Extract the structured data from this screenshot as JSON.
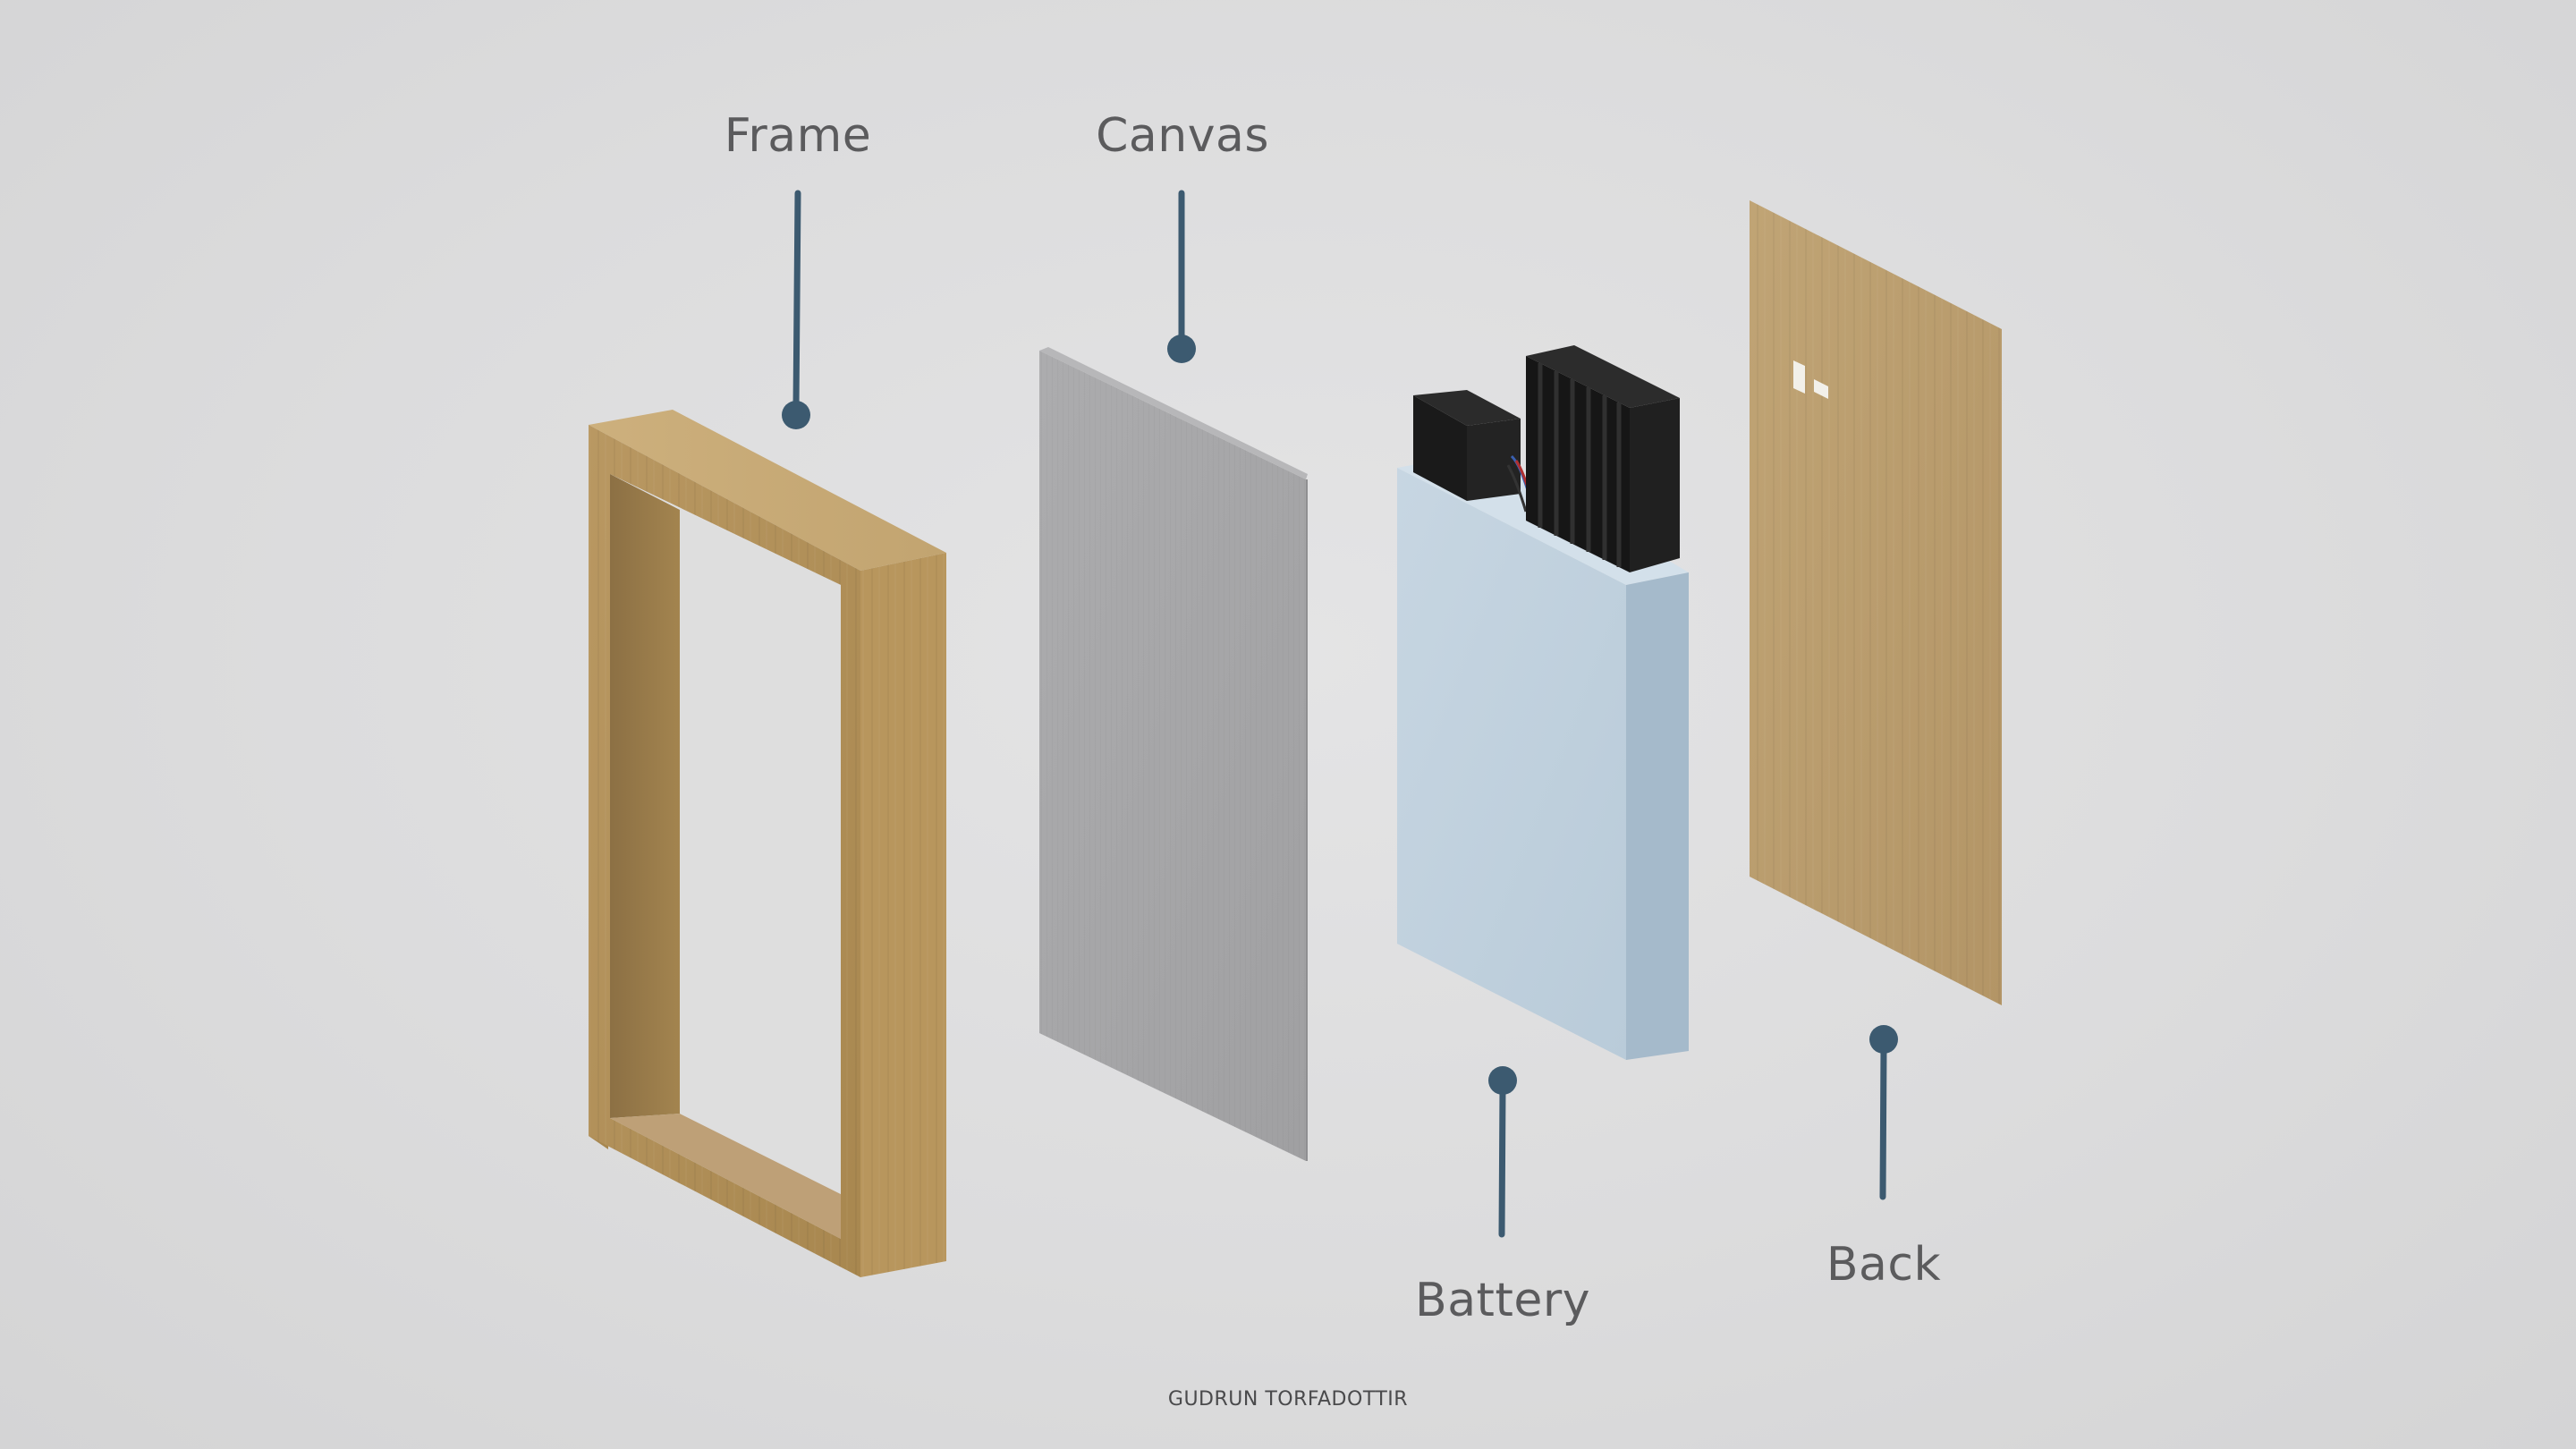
{
  "labels": {
    "frame": "Frame",
    "canvas": "Canvas",
    "battery": "Battery",
    "back": "Back"
  },
  "credit": "GUDRUN TORFADOTTIR",
  "colors": {
    "background": "#dcdcdd",
    "label_text": "#5b5b5d",
    "pointer": "#3c5a70",
    "wood": "#b4935e",
    "canvas_grey": "#a6a6a8",
    "battery_foam": "#bfd0de",
    "battery_box": "#1c1c1c"
  }
}
